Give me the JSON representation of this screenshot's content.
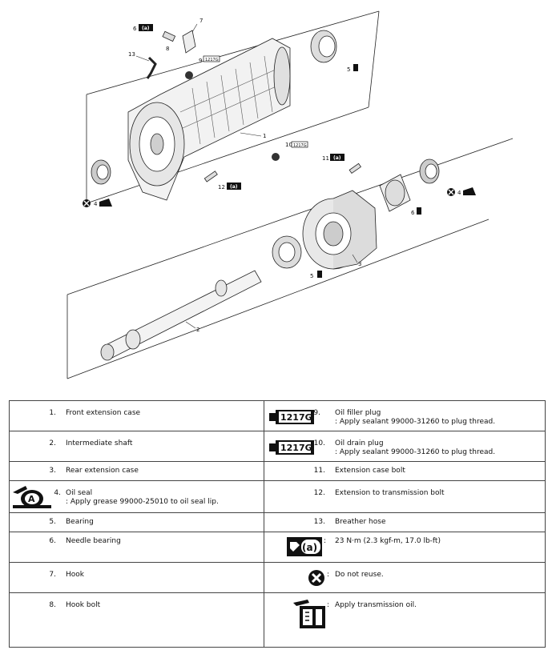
{
  "diagram": {
    "callouts": {
      "c1": "1",
      "c2": "2",
      "c3": "3",
      "c4a": "4",
      "c4b": "4",
      "c5a": "5",
      "c5b": "5",
      "c6a": "6",
      "c6b": "6",
      "c7": "7",
      "c8": "8",
      "c9": "9",
      "c10": "10",
      "c11": "11",
      "c12": "12",
      "c13": "13"
    },
    "tag_text": "(a)",
    "sealant_mini": "1217G"
  },
  "legend": {
    "rows": [
      {
        "left_num": "1.",
        "left_text": "Front extension case",
        "left_sub": "",
        "right_num": "9.",
        "right_text": "Oil filler plug",
        "right_sub": ": Apply sealant 99000-31260 to plug thread."
      },
      {
        "left_num": "2.",
        "left_text": "Intermediate shaft",
        "left_sub": "",
        "right_num": "10.",
        "right_text": "Oil drain plug",
        "right_sub": ": Apply sealant 99000-31260 to plug thread."
      },
      {
        "left_num": "3.",
        "left_text": "Rear extension case",
        "left_sub": "",
        "right_num": "11.",
        "right_text": "Extension case bolt",
        "right_sub": ""
      },
      {
        "left_num": "4.",
        "left_text": "Oil seal",
        "left_sub": ": Apply grease 99000-25010 to oil seal lip.",
        "right_num": "12.",
        "right_text": "Extension to transmission bolt",
        "right_sub": ""
      },
      {
        "left_num": "5.",
        "left_text": "Bearing",
        "left_sub": "",
        "right_num": "13.",
        "right_text": "Breather hose",
        "right_sub": ""
      },
      {
        "left_num": "6.",
        "left_text": "Needle bearing",
        "left_sub": "",
        "right_num": ":",
        "right_text": "23 N·m (2.3 kgf-m, 17.0 lb-ft)",
        "right_sub": ""
      },
      {
        "left_num": "7.",
        "left_text": "Hook",
        "left_sub": "",
        "right_num": ":",
        "right_text": "Do not reuse.",
        "right_sub": ""
      },
      {
        "left_num": "8.",
        "left_text": "Hook bolt",
        "left_sub": "",
        "right_num": ":",
        "right_text": "Apply transmission oil.",
        "right_sub": ""
      }
    ],
    "icons": {
      "sealant": "1217G",
      "grease": "A",
      "torque": "(a)"
    }
  }
}
